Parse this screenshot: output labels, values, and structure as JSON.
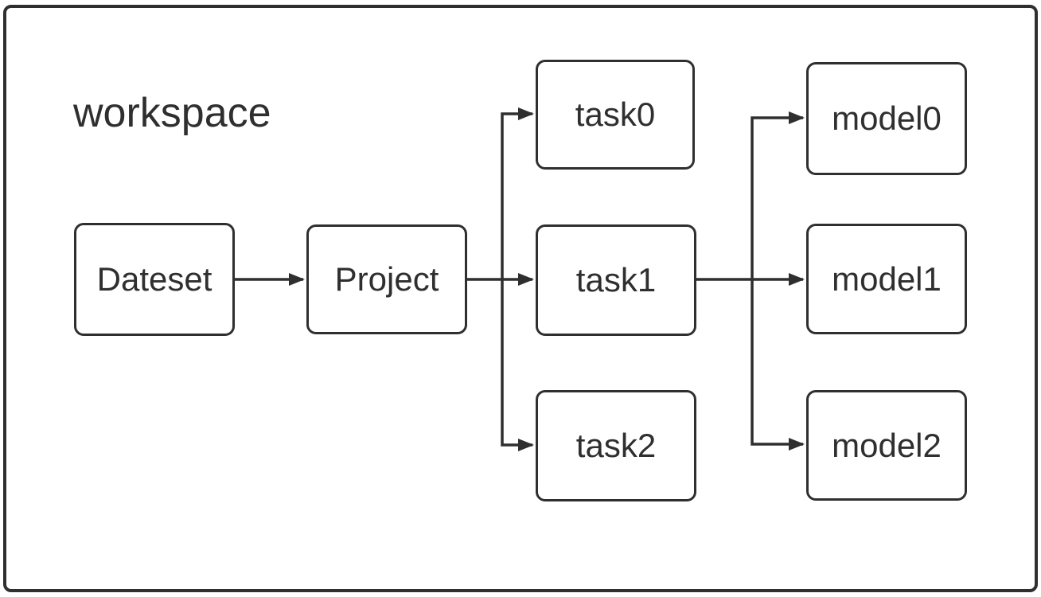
{
  "workspace_label": "workspace",
  "nodes": {
    "dateset": {
      "label": "Dateset"
    },
    "project": {
      "label": "Project"
    },
    "task0": {
      "label": "task0"
    },
    "task1": {
      "label": "task1"
    },
    "task2": {
      "label": "task2"
    },
    "model0": {
      "label": "model0"
    },
    "model1": {
      "label": "model1"
    },
    "model2": {
      "label": "model2"
    }
  },
  "edges": [
    {
      "from": "Dateset",
      "to": "Project"
    },
    {
      "from": "Project",
      "to": "task0"
    },
    {
      "from": "Project",
      "to": "task1"
    },
    {
      "from": "Project",
      "to": "task2"
    },
    {
      "from": "task1",
      "to": "model0"
    },
    {
      "from": "task1",
      "to": "model1"
    },
    {
      "from": "task1",
      "to": "model2"
    }
  ],
  "colors": {
    "stroke": "#2f2f2f",
    "node_fill": "#ffffff",
    "background": "#ffffff"
  }
}
